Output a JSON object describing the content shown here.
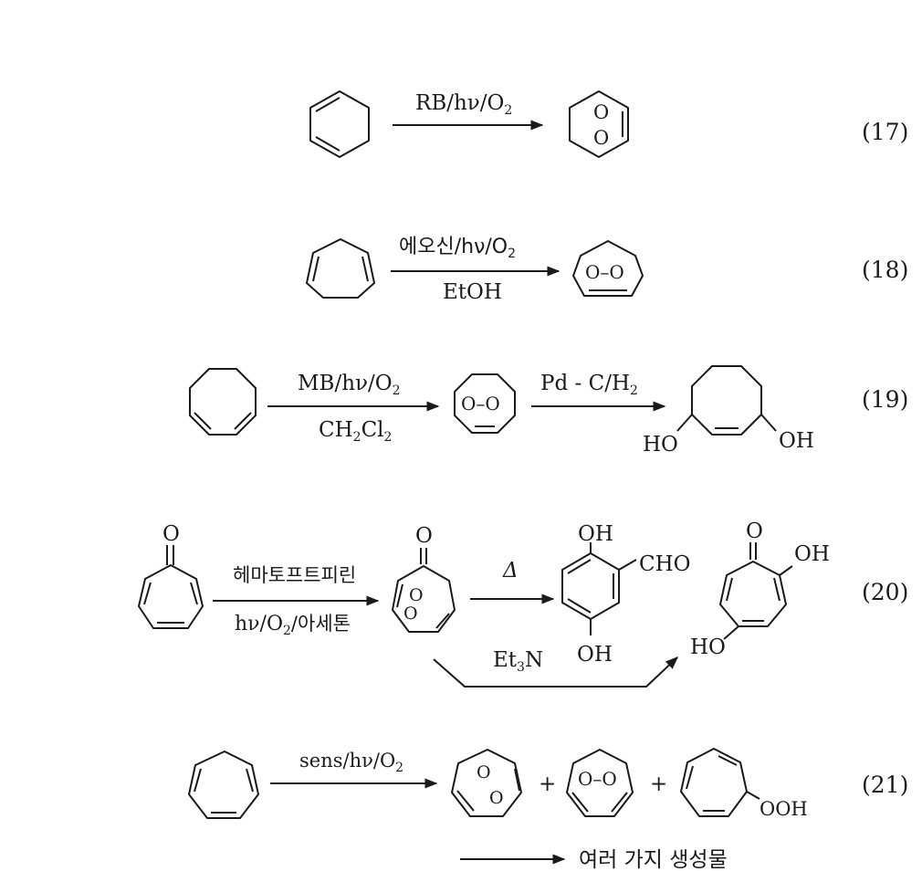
{
  "reactions": [
    {
      "number": "(17)",
      "reagent_top": "RB/hν/O",
      "reagent_top_sub": "2",
      "product_o1": "O",
      "product_o2": "O"
    },
    {
      "number": "(18)",
      "reagent_top": "에오신/hν/O",
      "reagent_top_sub": "2",
      "reagent_bottom": "EtOH",
      "product_label": "O–O"
    },
    {
      "number": "(19)",
      "reagent_top": "MB/hν/O",
      "reagent_top_sub": "2",
      "reagent_bottom_a": "CH",
      "reagent_bottom_sub1": "2",
      "reagent_bottom_b": "Cl",
      "reagent_bottom_sub2": "2",
      "product_label": "O–O",
      "reagent2": "Pd - C/H",
      "reagent2_sub": "2",
      "final_oh_left": "HO",
      "final_oh_right": "OH"
    },
    {
      "number": "(20)",
      "reactant_o": "O",
      "reagent_top": "헤마토프트피린",
      "reagent_bottom_a": "hν/O",
      "reagent_bottom_sub": "2",
      "reagent_bottom_b": "/아세톤",
      "endo_o_ketone": "O",
      "endo_o1": "O",
      "endo_o2": "O",
      "heat": "Δ",
      "benz_oh_top": "OH",
      "benz_cho": "CHO",
      "benz_oh_bottom": "OH",
      "base_a": "Et",
      "base_sub": "3",
      "base_b": "N",
      "trop_o": "O",
      "trop_oh": "OH",
      "trop_ho": "HO"
    },
    {
      "number": "(21)",
      "reagent_top_a": "sens/hν/O",
      "reagent_top_sub": "2",
      "plus1": "+",
      "plus2": "+",
      "prod1_o1": "O",
      "prod1_o2": "O",
      "prod2_label": "O–O",
      "prod3_label": "OOH",
      "bottom_text": "여러 가지 생성물"
    }
  ]
}
